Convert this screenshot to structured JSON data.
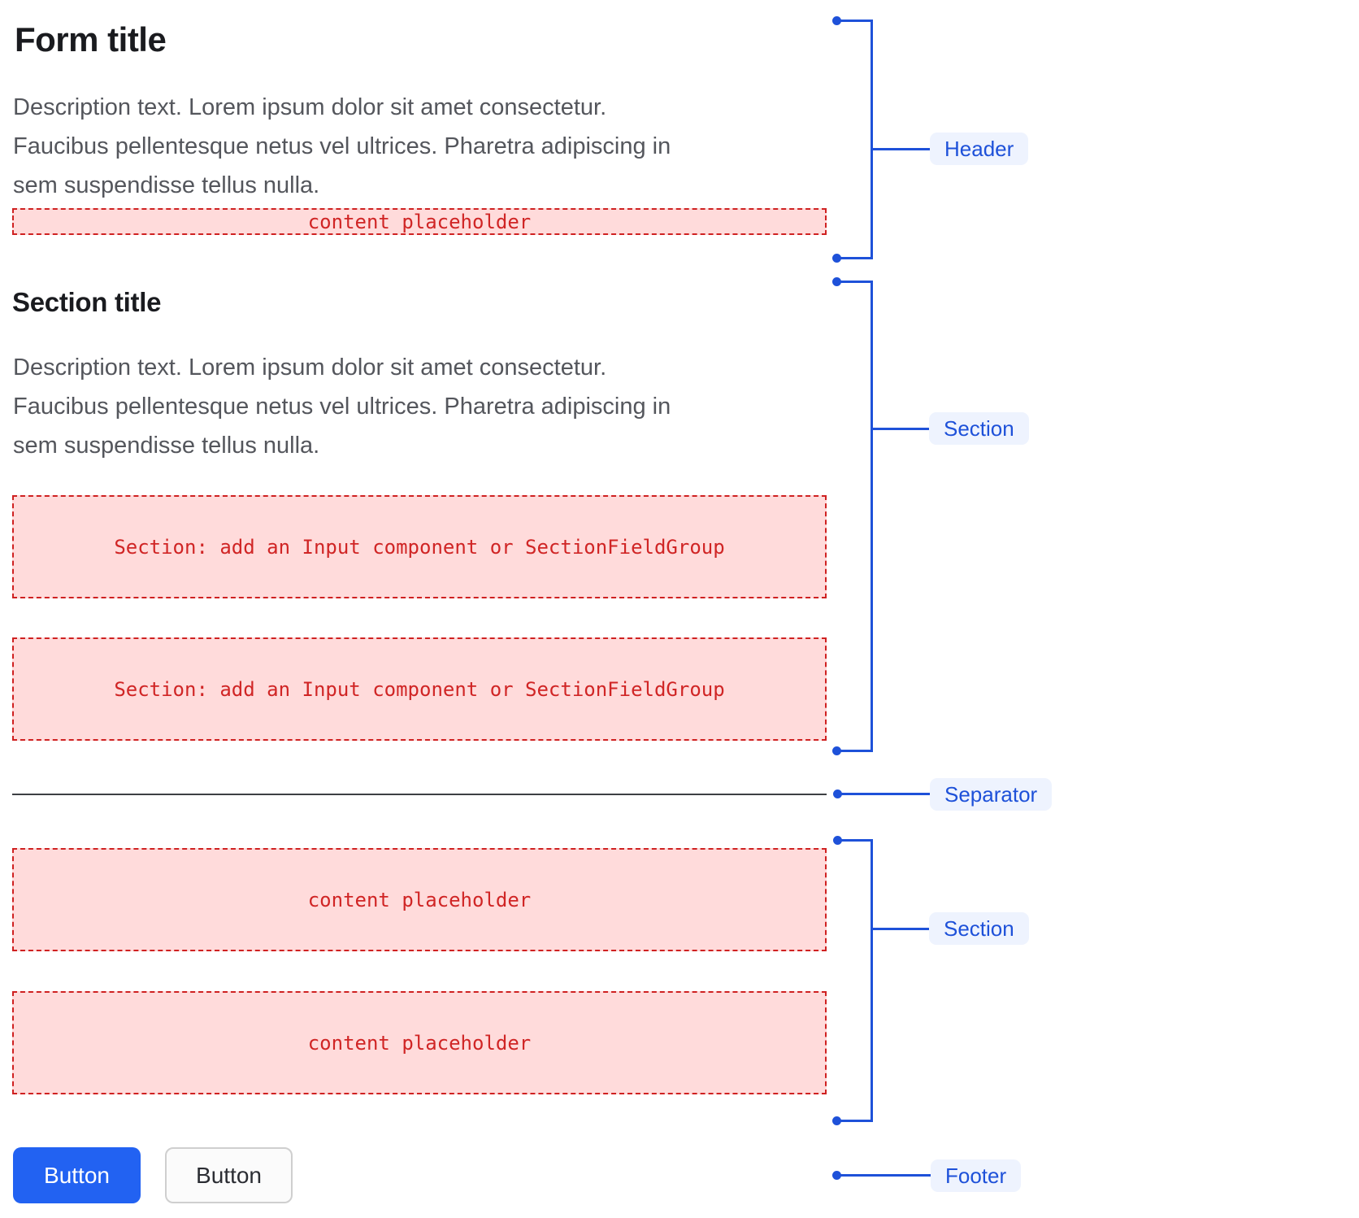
{
  "colors": {
    "annotation_blue": "#1e51d9",
    "pill_background": "#eef3fe",
    "placeholder_red": "#d02525",
    "placeholder_pink": "#ffdbdb",
    "separator_gray": "#3d3f43",
    "primary_button_blue": "#2262f2"
  },
  "header": {
    "title": "Form title",
    "description_lines": [
      "Description text. Lorem ipsum dolor sit amet consectetur.",
      "Faucibus pellentesque netus vel ultrices. Pharetra adipiscing in",
      "sem suspendisse tellus nulla."
    ],
    "placeholder": "content placeholder",
    "annotation": "Header"
  },
  "section_one": {
    "title": "Section title",
    "description_lines": [
      "Description text. Lorem ipsum dolor sit amet consectetur.",
      "Faucibus pellentesque netus vel ultrices. Pharetra adipiscing in",
      "sem suspendisse tellus nulla."
    ],
    "placeholders": [
      "Section: add an Input component or SectionFieldGroup",
      "Section: add an Input component or SectionFieldGroup"
    ],
    "annotation": "Section"
  },
  "separator": {
    "annotation": "Separator"
  },
  "section_two": {
    "placeholders": [
      "content placeholder",
      "content placeholder"
    ],
    "annotation": "Section"
  },
  "footer": {
    "annotation": "Footer",
    "buttons": [
      {
        "label": "Button",
        "variant": "primary"
      },
      {
        "label": "Button",
        "variant": "secondary"
      }
    ]
  }
}
